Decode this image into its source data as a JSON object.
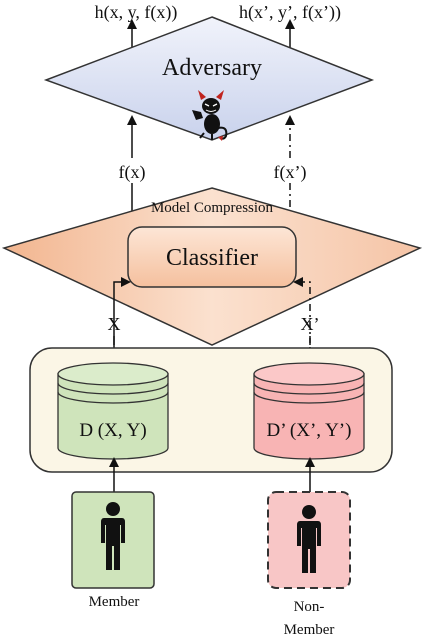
{
  "outputs": {
    "member_output": "h(x, y, f(x))",
    "nonmember_output": "h(x’, y’, f(x’))"
  },
  "adversary": {
    "label": "Adversary",
    "icon": "devil-icon"
  },
  "prediction_labels": {
    "member": "f(x)",
    "nonmember": "f(x’)"
  },
  "compression": {
    "label": "Model Compression",
    "classifier_label": "Classifier"
  },
  "input_labels": {
    "member": "X",
    "nonmember": "X’"
  },
  "datasets": {
    "member": "D (X, Y)",
    "nonmember": "D’ (X’, Y’)"
  },
  "people": {
    "member": "Member",
    "nonmember_line1": "Non-",
    "nonmember_line2": "Member"
  },
  "colors": {
    "adversary_fill": "#dde3f3",
    "compression_fill": "#f6cdb1",
    "classifier_fill": "#f9d5bc",
    "container_fill": "#fbf6e6",
    "member_db": "#cfe4bb",
    "nonmember_db": "#f8b4b4",
    "member_box": "#cfe4bb",
    "nonmember_box": "#f8c6c6"
  }
}
